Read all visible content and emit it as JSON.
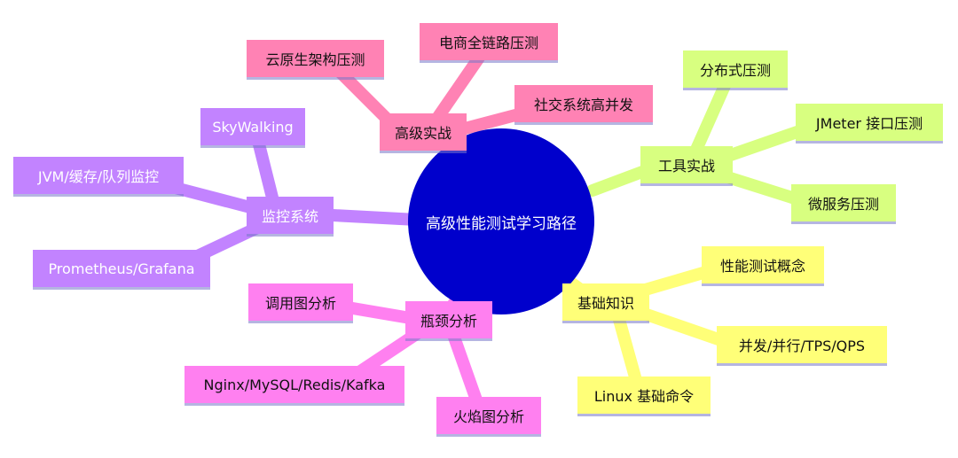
{
  "center": {
    "label": "高级性能测试学习路径"
  },
  "branches": {
    "advanced": {
      "label": "高级实战",
      "color": "#ff82b4",
      "items": [
        "云原生架构压测",
        "电商全链路压测",
        "社交系统高并发"
      ]
    },
    "monitor": {
      "label": "监控系统",
      "color": "#c283ff",
      "items": [
        "SkyWalking",
        "JVM/缓存/队列监控",
        "Prometheus/Grafana"
      ]
    },
    "bottleneck": {
      "label": "瓶颈分析",
      "color": "#ff80f0",
      "items": [
        "调用图分析",
        "Nginx/MySQL/Redis/Kafka",
        "火焰图分析"
      ]
    },
    "basics": {
      "label": "基础知识",
      "color": "#ffff78",
      "items": [
        "性能测试概念",
        "并发/并行/TPS/QPS",
        "Linux 基础命令"
      ]
    },
    "tools": {
      "label": "工具实战",
      "color": "#d8ff80",
      "items": [
        "分布式压测",
        "JMeter 接口压测",
        "微服务压测"
      ]
    }
  },
  "center_color": "#0000cc"
}
